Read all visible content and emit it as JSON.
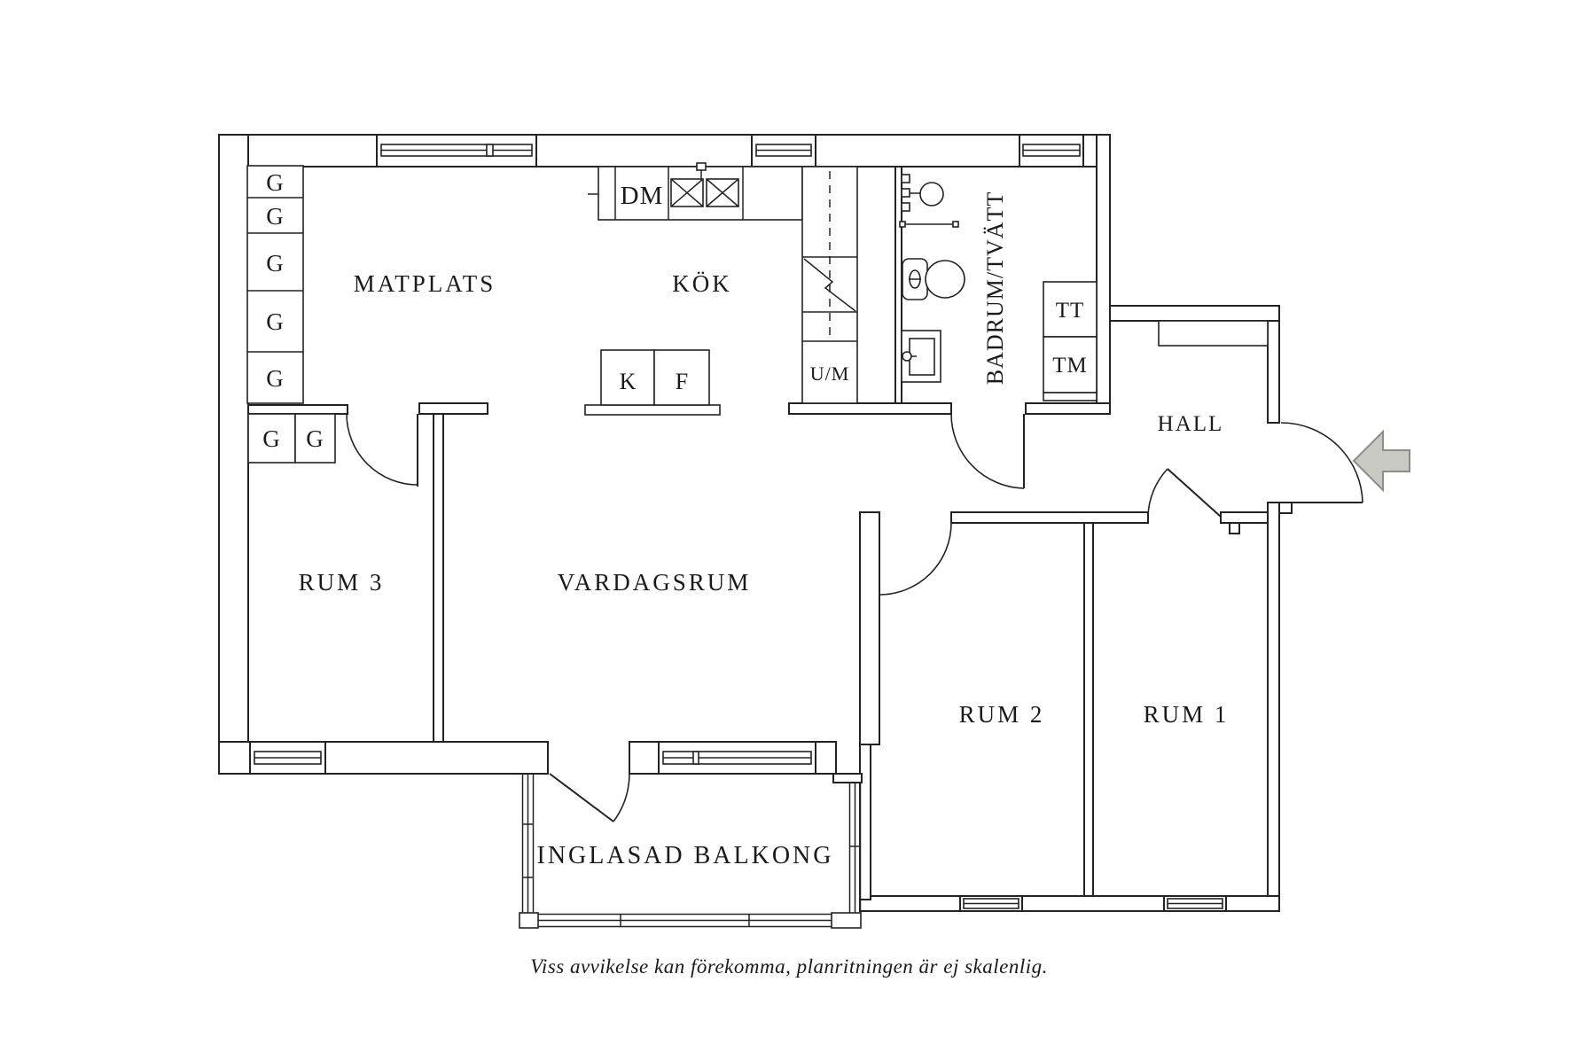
{
  "colors": {
    "line": "#232323",
    "text": "#1a1a1a",
    "background": "#ffffff",
    "arrow_fill": "#c9c9c4",
    "arrow_stroke": "#8d8d87"
  },
  "rooms": {
    "matplats": {
      "label": "MATPLATS"
    },
    "kok": {
      "label": "KÖK"
    },
    "badrum_tvatt": {
      "label": "BADRUM/TVÄTT"
    },
    "hall": {
      "label": "HALL"
    },
    "rum3": {
      "label": "RUM 3"
    },
    "vardagsrum": {
      "label": "VARDAGSRUM"
    },
    "rum2": {
      "label": "RUM 2"
    },
    "rum1": {
      "label": "RUM 1"
    },
    "balkong": {
      "label": "INGLASAD BALKONG"
    }
  },
  "fixtures": {
    "diskmaskin": "DM",
    "ugn_micro": "U/M",
    "kyl": "K",
    "frys": "F",
    "torktumlare": "TT",
    "tvattmaskin": "TM"
  },
  "wardrobes": {
    "column": [
      "G",
      "G",
      "G",
      "G",
      "G"
    ],
    "pair": [
      "G",
      "G"
    ]
  },
  "footer": {
    "disclaimer": "Viss avvikelse kan förekomma, planritningen är ej skalenlig."
  }
}
